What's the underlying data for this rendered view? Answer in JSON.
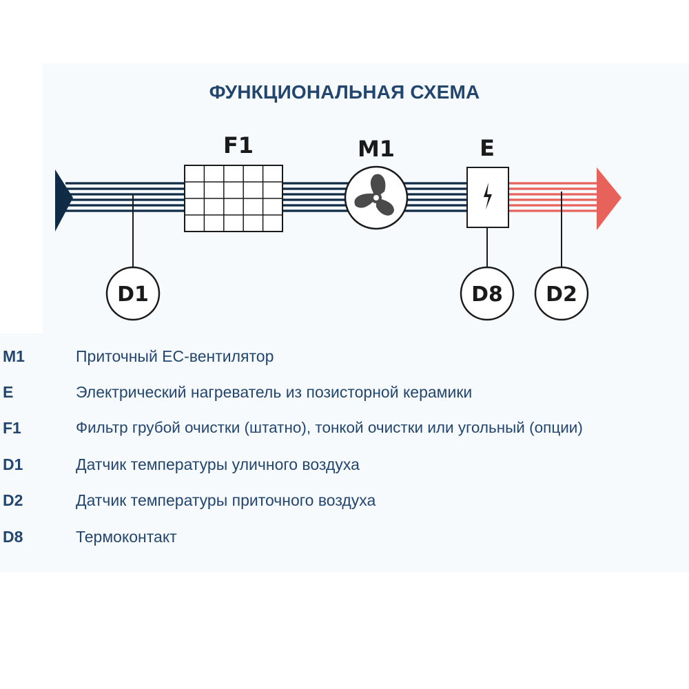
{
  "title": "ФУНКЦИОНАЛЬНАЯ СХЕМА",
  "colors": {
    "title": "#23466f",
    "duct_cold": "#0f2b45",
    "duct_hot": "#e8625c",
    "component_stroke": "#1a1a1a"
  },
  "components": {
    "filter": "F1",
    "fan": "M1",
    "heater": "E"
  },
  "icons": {
    "fan": "fan-icon",
    "heater": "lightning-icon"
  },
  "sensors": {
    "d1": "D1",
    "d8": "D8",
    "d2": "D2"
  },
  "legend": [
    {
      "code": "M1",
      "text": "Приточный ЕС-вентилятор"
    },
    {
      "code": "E",
      "text": "Электрический нагреватель из позисторной керамики"
    },
    {
      "code": "F1",
      "text": "Фильтр грубой очистки (штатно), тонкой очистки или угольный (опции)"
    },
    {
      "code": "D1",
      "text": "Датчик температуры уличного воздуха"
    },
    {
      "code": "D2",
      "text": "Датчик температуры приточного воздуха"
    },
    {
      "code": "D8",
      "text": "Термоконтакт"
    }
  ]
}
